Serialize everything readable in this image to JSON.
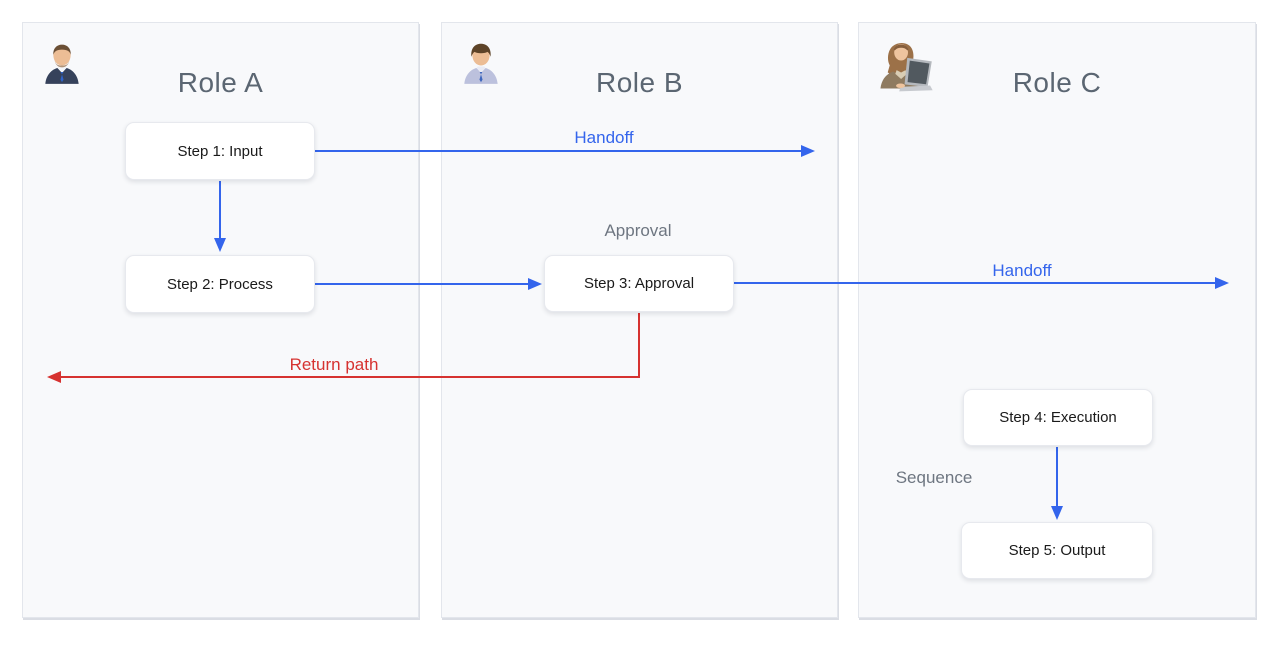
{
  "lanes": [
    {
      "title": "Role A",
      "avatar": "businessman"
    },
    {
      "title": "Role B",
      "avatar": "office-man"
    },
    {
      "title": "Role C",
      "avatar": "woman-with-laptop"
    }
  ],
  "steps": [
    {
      "label": "Step 1: Input",
      "lane": "Role A"
    },
    {
      "label": "Step 2: Process",
      "lane": "Role A"
    },
    {
      "label": "Step 3: Approval",
      "lane": "Role B"
    },
    {
      "label": "Step 4: Execution",
      "lane": "Role C"
    },
    {
      "label": "Step 5: Output",
      "lane": "Role C"
    }
  ],
  "edge_labels": {
    "handoff_1": "Handoff",
    "approval": "Approval",
    "handoff_2": "Handoff",
    "return_path": "Return path",
    "sequence": "Sequence"
  },
  "colors": {
    "flow_blue": "#3465ec",
    "return_red": "#d63230",
    "edge_label_gray": "#6e7681",
    "lane_title_gray": "#5b6672",
    "lane_bg": "#f8f9fb",
    "lane_border": "#e3e6ec",
    "node_text": "#1a1a1a"
  }
}
